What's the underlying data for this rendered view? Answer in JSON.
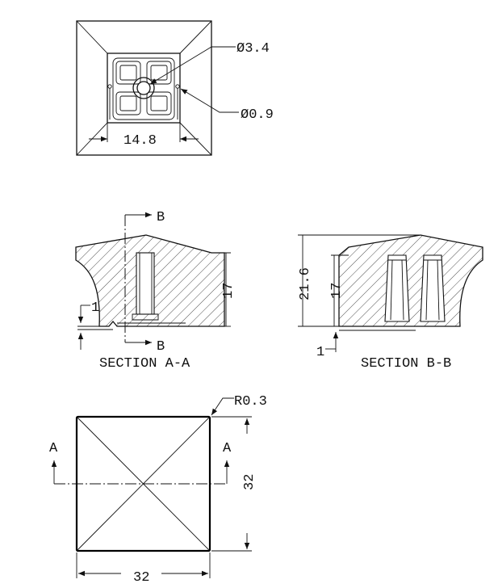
{
  "top_view": {
    "hole_diameter": "Ø3.4",
    "pin_diameter": "Ø0.9",
    "inner_width": "14.8"
  },
  "section_aa": {
    "title": "SECTION A-A",
    "height": "17",
    "step": "1",
    "cut_label_top": "B",
    "cut_label_bottom": "B"
  },
  "section_bb": {
    "title": "SECTION B-B",
    "overall_height": "21.6",
    "inner_height": "17",
    "step": "1"
  },
  "front_view": {
    "corner_radius": "R0.3",
    "width": "32",
    "height": "32",
    "cut_label_left": "A",
    "cut_label_right": "A"
  }
}
